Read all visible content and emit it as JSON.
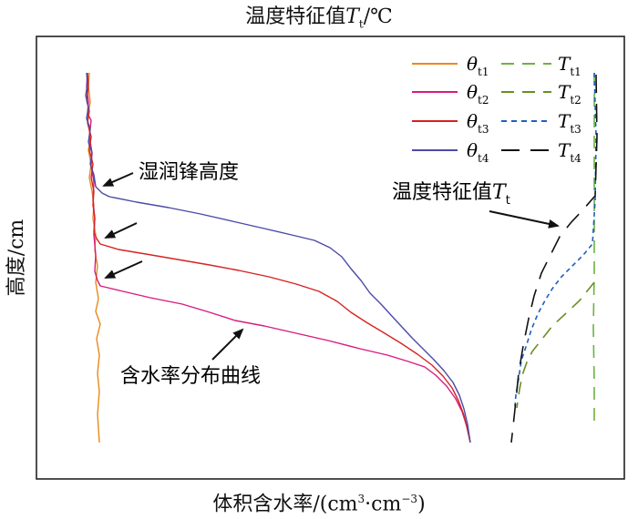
{
  "chart_data": {
    "type": "line",
    "title": {
      "prefix": "温度特征值",
      "symbol": "T",
      "sub": "t",
      "suffix": "/℃"
    },
    "xlabel": {
      "main": "体积含水率/(cm",
      "sup1": "3",
      "mid": "·cm",
      "sup2": "−3",
      "end": ")"
    },
    "ylabel": "高度/cm",
    "grid": false,
    "legend_position": "top-right",
    "colors": {
      "theta_t1": "#e88a1a",
      "theta_t2": "#d81b7f",
      "theta_t3": "#d62222",
      "theta_t4": "#4a4aa8",
      "T_t1": "#6db33f",
      "T_t2": "#6b8e23",
      "T_t3": "#1f5fbf",
      "T_t4": "#111111"
    },
    "legend": [
      {
        "sym": "θ",
        "sub": "t1",
        "sym2": "T",
        "sub2": "t1"
      },
      {
        "sym": "θ",
        "sub": "t2",
        "sym2": "T",
        "sub2": "t2"
      },
      {
        "sym": "θ",
        "sub": "t3",
        "sym2": "T",
        "sub2": "t3"
      },
      {
        "sym": "θ",
        "sub": "t4",
        "sym2": "T",
        "sub2": "t4"
      }
    ],
    "annotations": {
      "wetting_front": "湿润锋高度",
      "temp_char": {
        "prefix": "温度特征值",
        "symbol": "T",
        "sub": "t"
      },
      "moisture_curve": "含水率分布曲线"
    }
  }
}
